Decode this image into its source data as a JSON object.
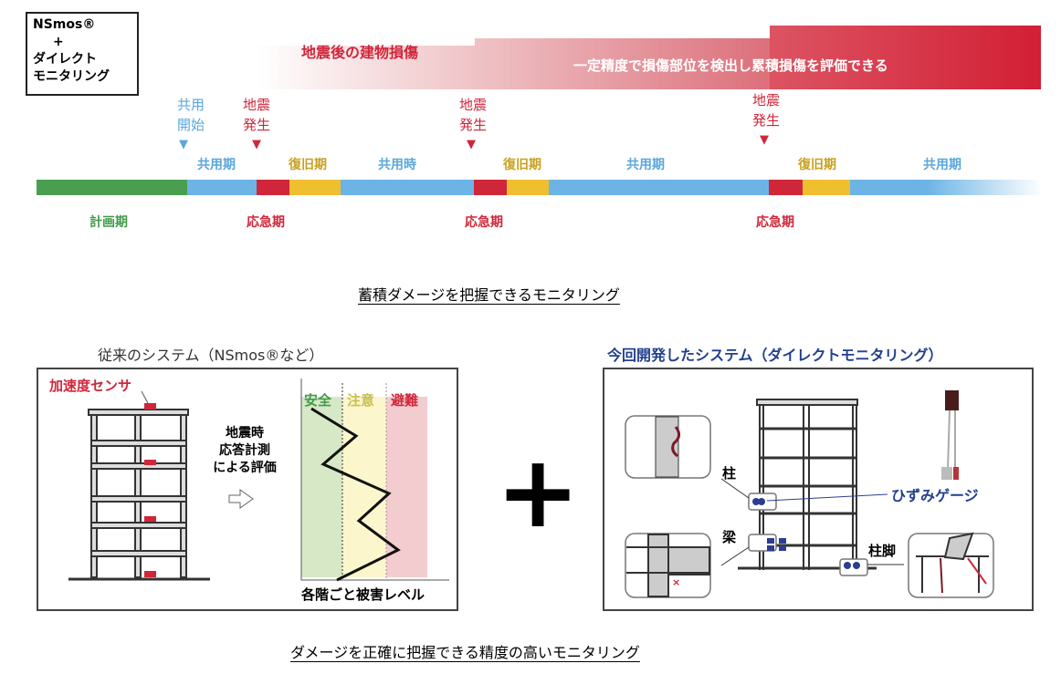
{
  "logo": {
    "line1": "NSmos®",
    "line2": "+",
    "line3": "ダイレクト",
    "line4": "モニタリング"
  },
  "banner": {
    "left_text": "地震後の建物損傷",
    "right_text": "一定精度で損傷部位を検出し累積損傷を評価できる"
  },
  "timeline": {
    "markers": [
      {
        "label1": "共用",
        "label2": "開始",
        "color": "#5aa7dc"
      },
      {
        "label1": "地震",
        "label2": "発生",
        "color": "#d0263a"
      },
      {
        "label1": "地震",
        "label2": "発生",
        "color": "#d0263a"
      },
      {
        "label1": "地震",
        "label2": "発生",
        "color": "#d0263a"
      }
    ],
    "above": [
      "共用期",
      "復旧期",
      "共用時",
      "復旧期",
      "共用期",
      "復旧期",
      "共用期"
    ],
    "below": [
      "計画期",
      "応急期",
      "応急期",
      "応急期"
    ],
    "colors": {
      "plan": "#4a9e4f",
      "use": "#6cb4e6",
      "emergency": "#d0263a",
      "recovery": "#f0bf30"
    }
  },
  "caption_top": "蓄積ダメージを把握できるモニタリング",
  "left_panel": {
    "title": "従来のシステム（NSmos®など）",
    "sensor_label": "加速度センサ",
    "eval_text1": "地震時",
    "eval_text2": "応答計測",
    "eval_text3": "による評価",
    "zones": [
      "安全",
      "注意",
      "避難"
    ],
    "axis_label": "各階ごと被害レベル"
  },
  "plus": "+",
  "right_panel": {
    "title": "今回開発したシステム（ダイレクトモニタリング）",
    "column_label": "柱",
    "beam_label": "梁",
    "base_label": "柱脚",
    "gauge_label": "ひずみゲージ"
  },
  "caption_bottom": "ダメージを正確に把握できる精度の高いモニタリング"
}
